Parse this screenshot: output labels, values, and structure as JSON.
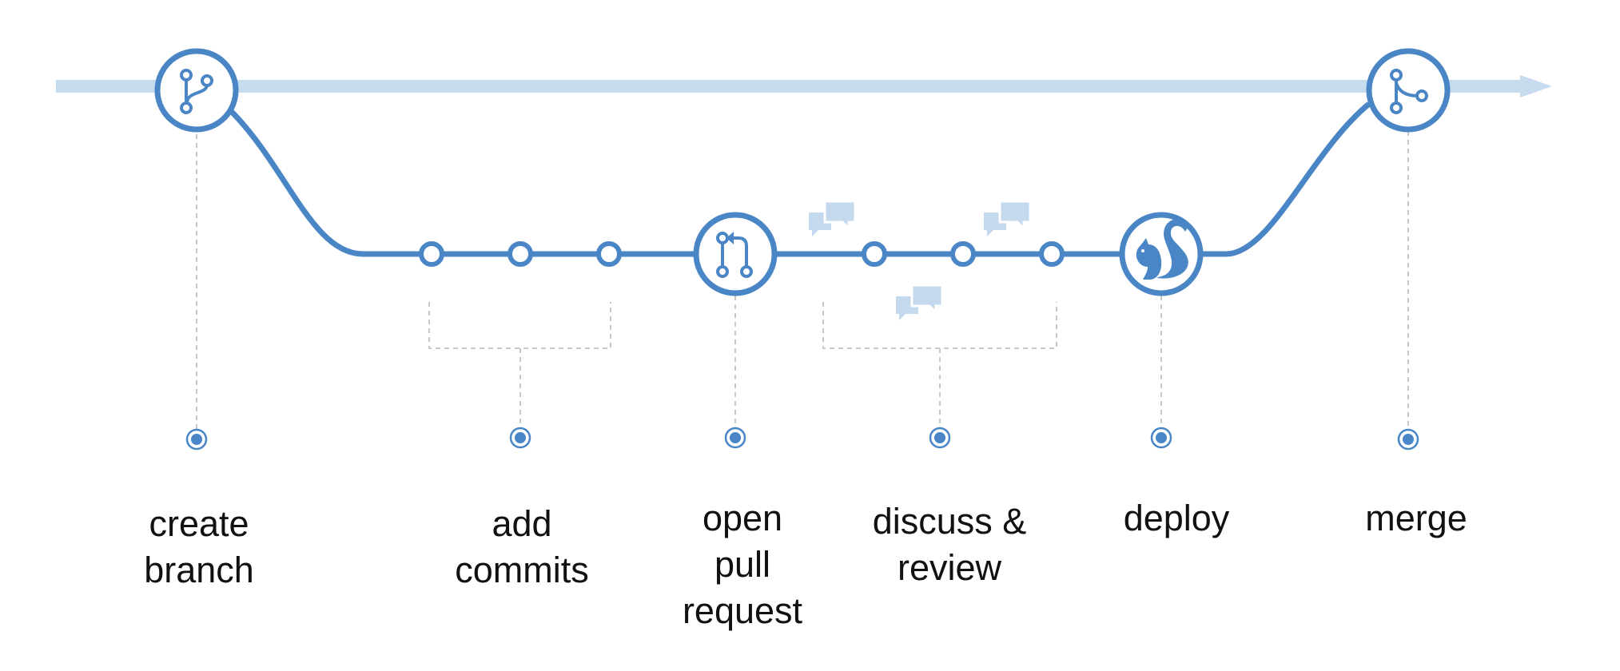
{
  "colors": {
    "accent": "#4a86c5",
    "timeline": "#c7dbef",
    "comment": "#c4d8ee",
    "dashed": "#c8c8c8"
  },
  "icons": {
    "start": "branch-icon",
    "pull_request": "pull-request-icon",
    "deploy": "squirrel-icon",
    "end": "merge-icon",
    "comments": "comment-bubbles-icon",
    "markers": "target-dot-icon"
  },
  "steps": [
    {
      "id": "create-branch",
      "lines": [
        "create",
        "branch"
      ]
    },
    {
      "id": "add-commits",
      "lines": [
        "add",
        "commits"
      ]
    },
    {
      "id": "open-pull-request",
      "lines": [
        "open",
        "pull",
        "request"
      ]
    },
    {
      "id": "discuss-review",
      "lines": [
        "discuss &",
        "review"
      ]
    },
    {
      "id": "deploy",
      "lines": [
        "deploy"
      ]
    },
    {
      "id": "merge",
      "lines": [
        "merge"
      ]
    }
  ]
}
